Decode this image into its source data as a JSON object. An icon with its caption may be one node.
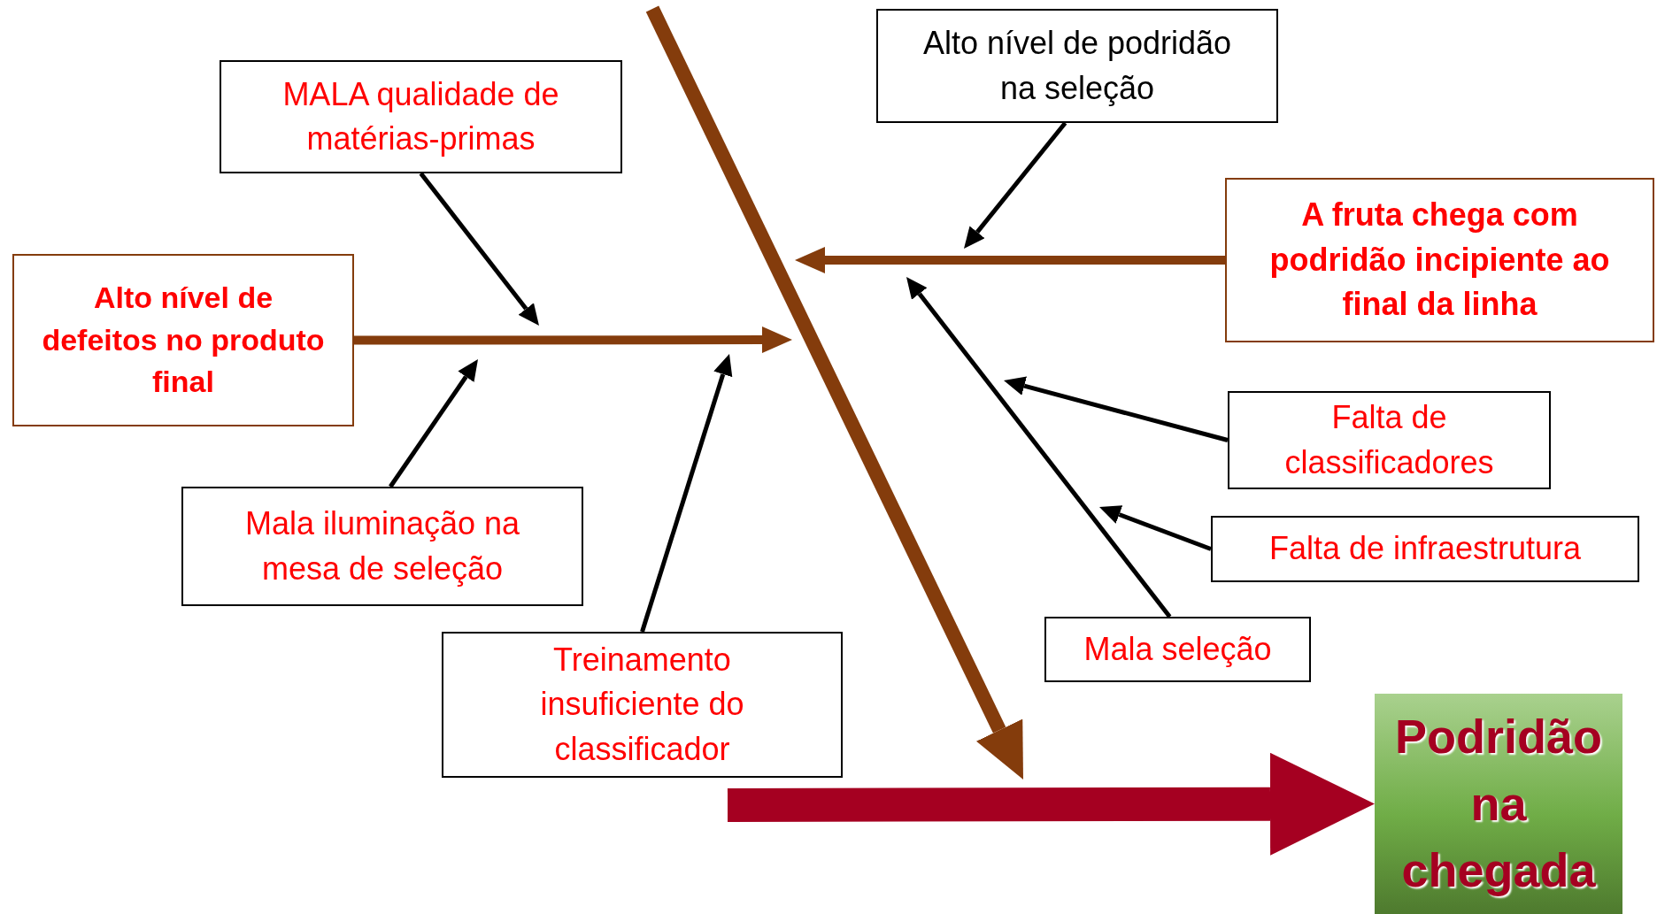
{
  "diagram": {
    "nodes": [
      {
        "text": [
          "Alto nível de podridão na seleção"
        ]
      },
      {
        "text": [
          "MALA qualidade de matérias-primas"
        ]
      },
      {
        "text": [
          "A fruta chega com podridão incipiente ao final da linha"
        ]
      },
      {
        "text": [
          "Alto nível de defeitos no produto final"
        ]
      },
      {
        "text": [
          "Falta de classificadores"
        ]
      },
      {
        "text": [
          "Mala iluminação na mesa de seleção"
        ]
      },
      {
        "text": [
          "Falta de infraestrutura"
        ]
      },
      {
        "text": [
          "Mala seleção"
        ]
      },
      {
        "text": [
          "Treinamento insuficiente do classificador"
        ]
      },
      {
        "text": [
          "Podridão na chegada"
        ]
      }
    ],
    "edges": [
      {
        "from": 0,
        "to": null,
        "arrow": "to"
      },
      {
        "from": 1,
        "to": null,
        "arrow": "to"
      },
      {
        "from": 2,
        "to": null,
        "arrow": "to",
        "style": "thick",
        "color": "#843c0c"
      },
      {
        "from": 3,
        "to": null,
        "arrow": "to",
        "style": "thick",
        "color": "#843c0c"
      },
      {
        "from": 4,
        "to": null,
        "arrow": "to"
      },
      {
        "from": 5,
        "to": null,
        "arrow": "to"
      },
      {
        "from": 6,
        "to": null,
        "arrow": "to"
      },
      {
        "from": 7,
        "to": null,
        "arrow": "to"
      },
      {
        "from": 8,
        "to": null,
        "arrow": "to"
      },
      {
        "from": null,
        "to": 9,
        "arrow": "to",
        "style": "thick",
        "color": "#a50021"
      }
    ]
  }
}
